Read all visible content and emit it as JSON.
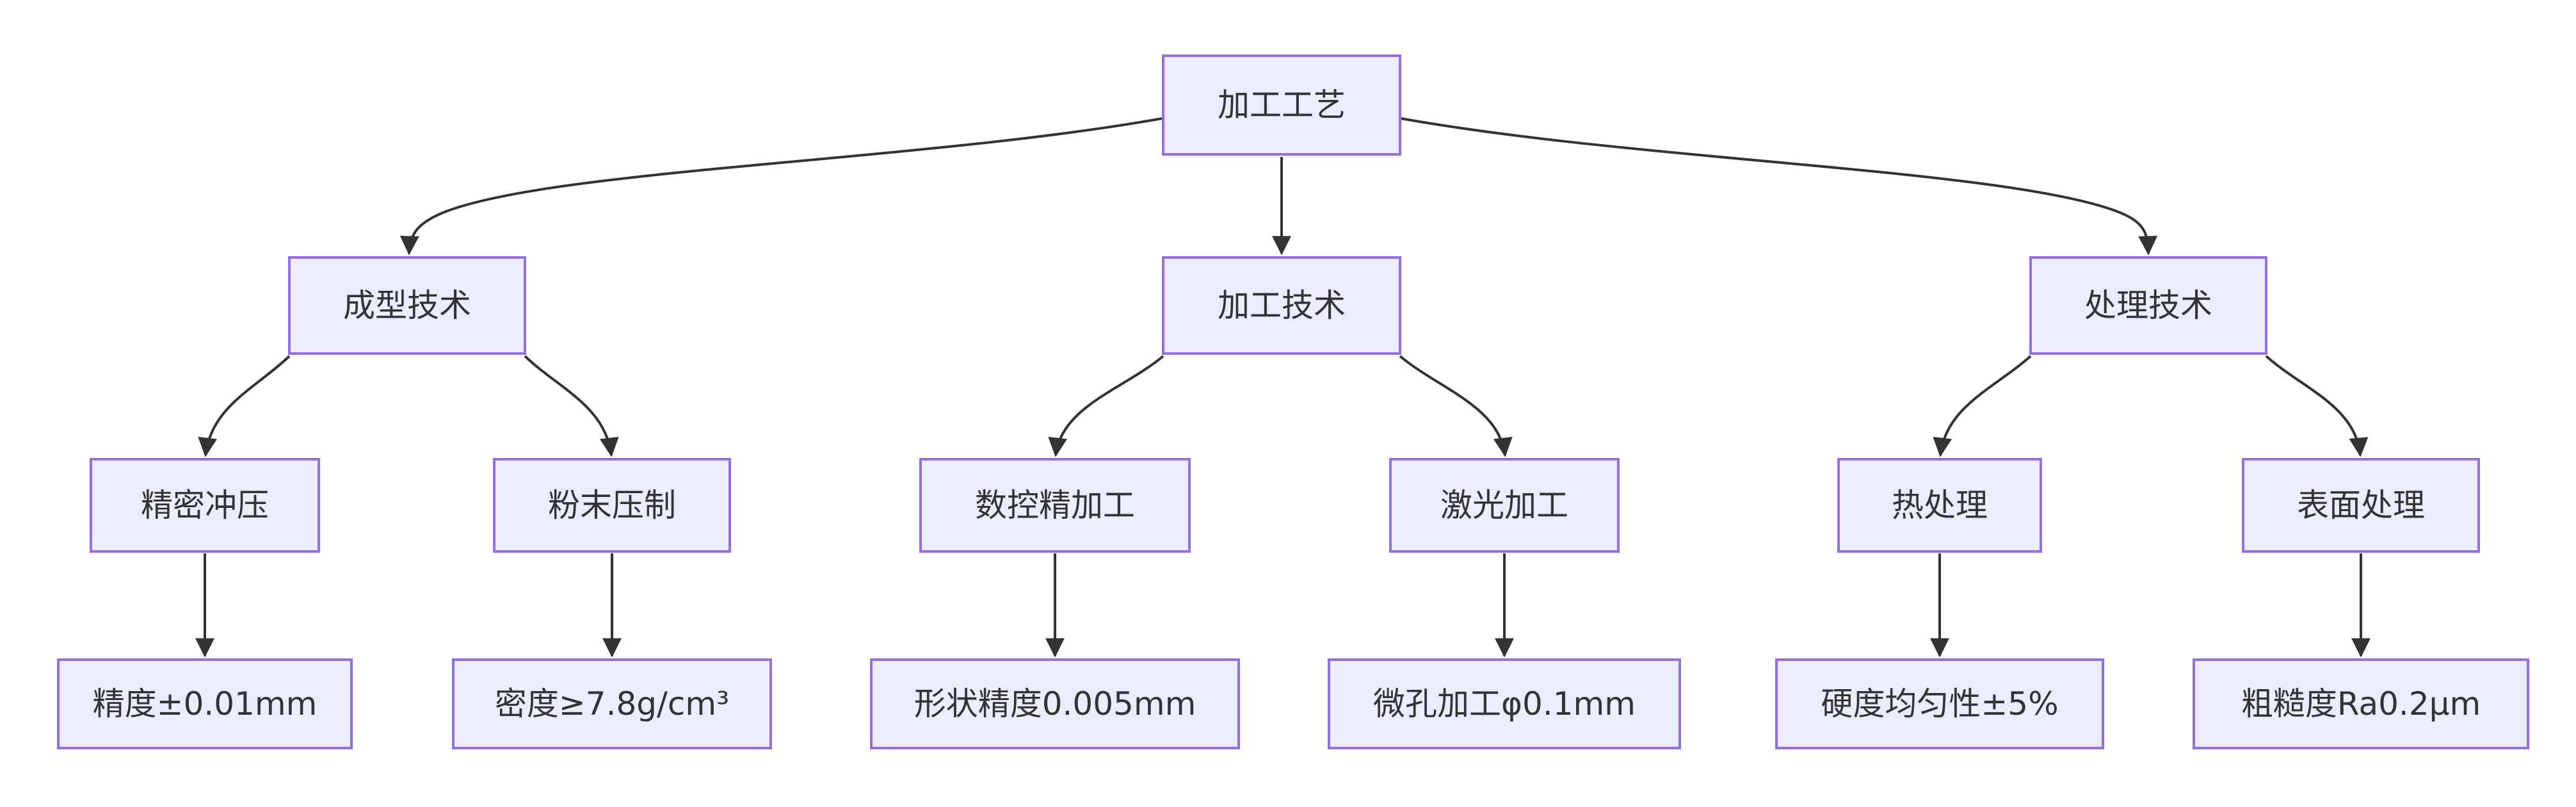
{
  "diagram": {
    "type": "flowchart",
    "direction": "top-down",
    "colors": {
      "background": "#ffffff",
      "node_fill": "#ECECFF",
      "node_border": "#9370DB",
      "text_color": "#333333",
      "edge_color": "#333333"
    },
    "nodes": {
      "root": {
        "label": "加工工艺"
      },
      "forming": {
        "label": "成型技术"
      },
      "machining": {
        "label": "加工技术"
      },
      "treatment": {
        "label": "处理技术"
      },
      "stamping": {
        "label": "精密冲压"
      },
      "powder": {
        "label": "粉末压制"
      },
      "cnc": {
        "label": "数控精加工"
      },
      "laser": {
        "label": "激光加工"
      },
      "heat": {
        "label": "热处理"
      },
      "surface": {
        "label": "表面处理"
      },
      "stamping_spec": {
        "label": "精度±0.01mm"
      },
      "powder_spec": {
        "label": "密度≥7.8g/cm³"
      },
      "cnc_spec": {
        "label": "形状精度0.005mm"
      },
      "laser_spec": {
        "label": "微孔加工φ0.1mm"
      },
      "heat_spec": {
        "label": "硬度均匀性±5%"
      },
      "surface_spec": {
        "label": "粗糙度Ra0.2μm"
      }
    },
    "edges": [
      {
        "from": "加工工艺",
        "to": "成型技术"
      },
      {
        "from": "加工工艺",
        "to": "加工技术"
      },
      {
        "from": "加工工艺",
        "to": "处理技术"
      },
      {
        "from": "成型技术",
        "to": "精密冲压"
      },
      {
        "from": "成型技术",
        "to": "粉末压制"
      },
      {
        "from": "加工技术",
        "to": "数控精加工"
      },
      {
        "from": "加工技术",
        "to": "激光加工"
      },
      {
        "from": "处理技术",
        "to": "热处理"
      },
      {
        "from": "处理技术",
        "to": "表面处理"
      },
      {
        "from": "精密冲压",
        "to": "精度±0.01mm"
      },
      {
        "from": "粉末压制",
        "to": "密度≥7.8g/cm³"
      },
      {
        "from": "数控精加工",
        "to": "形状精度0.005mm"
      },
      {
        "from": "激光加工",
        "to": "微孔加工φ0.1mm"
      },
      {
        "from": "热处理",
        "to": "硬度均匀性±5%"
      },
      {
        "from": "表面处理",
        "to": "粗糙度Ra0.2μm"
      }
    ]
  }
}
